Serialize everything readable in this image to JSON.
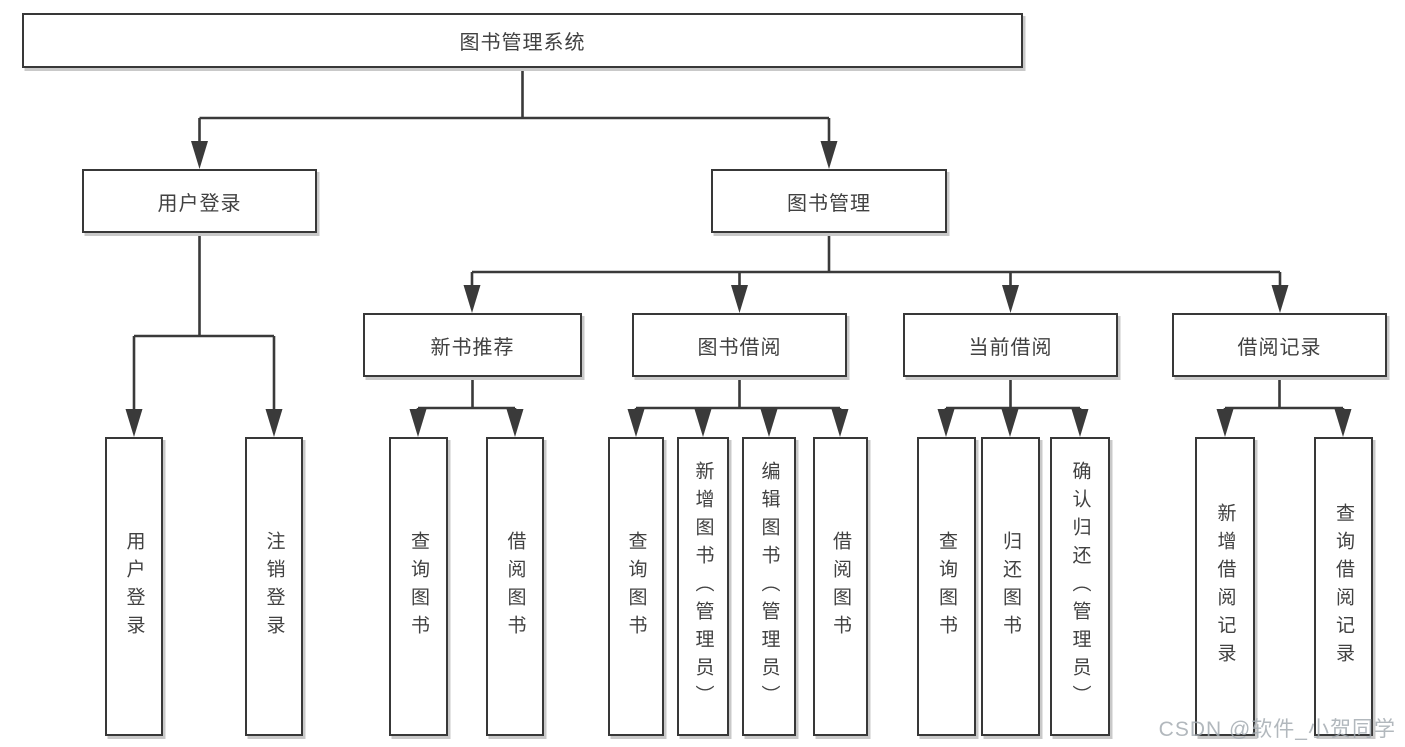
{
  "diagram": {
    "root": {
      "label": "图书管理系统"
    },
    "user_branch": {
      "label": "用户登录",
      "children": [
        "用户登录",
        "注销登录"
      ]
    },
    "book_branch": {
      "label": "图书管理",
      "groups": [
        {
          "label": "新书推荐",
          "children": [
            "查询图书",
            "借阅图书"
          ]
        },
        {
          "label": "图书借阅",
          "children": [
            "查询图书",
            "新增图书（管理员）",
            "编辑图书（管理员）",
            "借阅图书"
          ]
        },
        {
          "label": "当前借阅",
          "children": [
            "查询图书",
            "归还图书",
            "确认归还（管理员）"
          ]
        },
        {
          "label": "借阅记录",
          "children": [
            "新增借阅记录",
            "查询借阅记录"
          ]
        }
      ]
    },
    "watermark": "CSDN @软件_小贺同学",
    "colors": {
      "background": "#ffffff",
      "line": "#3a3a3a",
      "box_border": "#383838",
      "box_shadow": "#c9c9c9",
      "text": "#414141",
      "watermark": "#a4abb2"
    }
  }
}
